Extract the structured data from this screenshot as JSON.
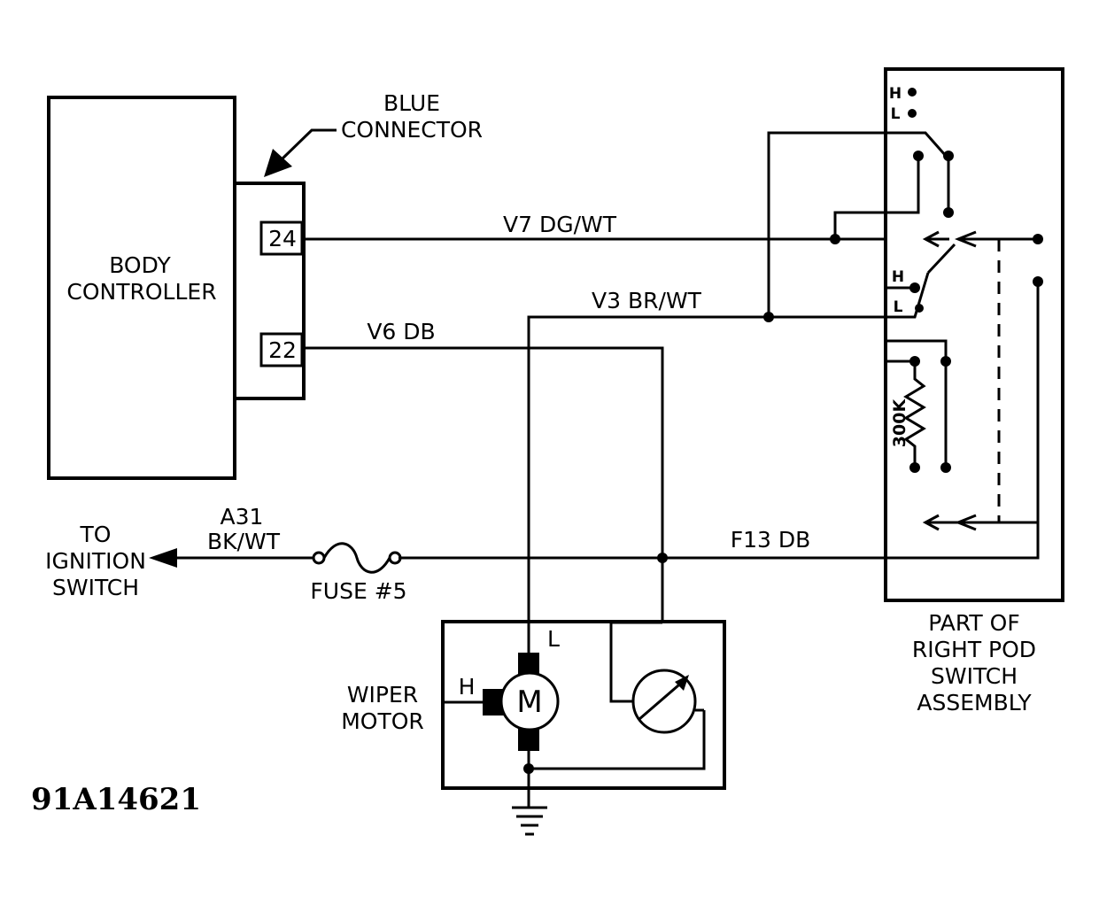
{
  "diagram": {
    "body_controller": {
      "line1": "BODY",
      "line2": "CONTROLLER"
    },
    "connector": {
      "line1": "BLUE",
      "line2": "CONNECTOR",
      "pin_top": "24",
      "pin_bottom": "22"
    },
    "wires": {
      "v7": "V7 DG/WT",
      "v3": "V3 BR/WT",
      "v6": "V6 DB",
      "a31_line1": "A31",
      "a31_line2": "BK/WT",
      "f13": "F13 DB"
    },
    "ignition": {
      "line1": "TO",
      "line2": "IGNITION",
      "line3": "SWITCH"
    },
    "fuse": "FUSE #5",
    "wiper_motor": {
      "line1": "WIPER",
      "line2": "MOTOR",
      "h": "H",
      "l": "L",
      "m": "M"
    },
    "pod_switch": {
      "h_top": "H",
      "l_top": "L",
      "h_mid": "H",
      "l_mid": "L",
      "resistor": "300K",
      "caption1": "PART OF",
      "caption2": "RIGHT POD",
      "caption3": "SWITCH",
      "caption4": "ASSEMBLY"
    },
    "figure_code": "91A14621"
  }
}
